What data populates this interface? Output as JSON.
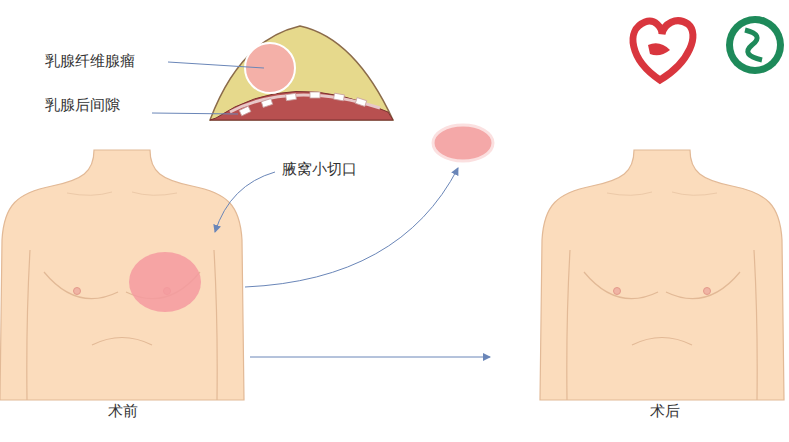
{
  "diagram": {
    "labels": [
      "乳腺纤维腺瘤",
      "乳腺后间隙",
      "腋窝小切口",
      "术前",
      "术后"
    ]
  }
}
